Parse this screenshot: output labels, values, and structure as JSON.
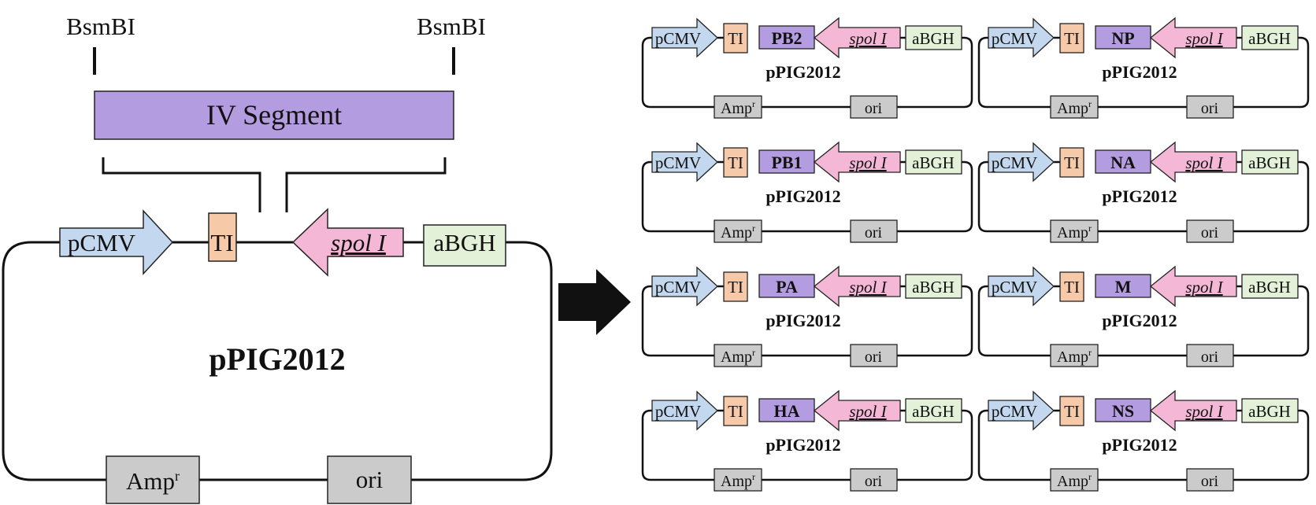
{
  "colors": {
    "pcmv": "#c3d8ee",
    "ti": "#f6c9a8",
    "segment": "#b49ce0",
    "spol": "#f4b8d6",
    "abgh": "#e2f1d8",
    "gray": "#cbcbcb",
    "arrow": "#111111"
  },
  "main": {
    "site_left": "BsmBI",
    "site_right": "BsmBI",
    "segment_label": "IV Segment",
    "promoter": "pCMV",
    "terminator": "TI",
    "pol_promoter": "spol I",
    "polya": "aBGH",
    "plasmid": "pPIG2012",
    "resistance": "Amp",
    "resistance_sup": "r",
    "origin": "ori"
  },
  "constructs": {
    "promoter": "pCMV",
    "terminator": "TI",
    "pol_promoter": "spol I",
    "polya": "aBGH",
    "plasmid": "pPIG2012",
    "resistance": "Amp",
    "resistance_sup": "r",
    "origin": "ori",
    "segments": [
      "PB2",
      "NP",
      "PB1",
      "NA",
      "PA",
      "M",
      "HA",
      "NS"
    ]
  }
}
